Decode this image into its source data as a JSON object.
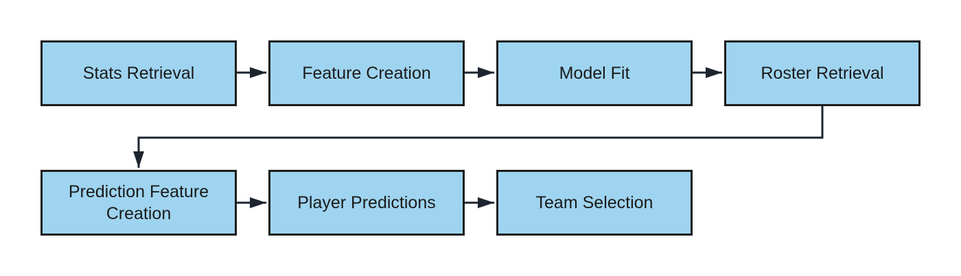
{
  "diagram": {
    "nodes": [
      {
        "id": "stats-retrieval",
        "label": "Stats Retrieval"
      },
      {
        "id": "feature-creation",
        "label": "Feature Creation"
      },
      {
        "id": "model-fit",
        "label": "Model Fit"
      },
      {
        "id": "roster-retrieval",
        "label": "Roster Retrieval"
      },
      {
        "id": "prediction-feature-creation",
        "label": "Prediction Feature Creation"
      },
      {
        "id": "player-predictions",
        "label": "Player Predictions"
      },
      {
        "id": "team-selection",
        "label": "Team Selection"
      }
    ],
    "edges": [
      {
        "from": "stats-retrieval",
        "to": "feature-creation"
      },
      {
        "from": "feature-creation",
        "to": "model-fit"
      },
      {
        "from": "model-fit",
        "to": "roster-retrieval"
      },
      {
        "from": "roster-retrieval",
        "to": "prediction-feature-creation"
      },
      {
        "from": "prediction-feature-creation",
        "to": "player-predictions"
      },
      {
        "from": "player-predictions",
        "to": "team-selection"
      }
    ],
    "colors": {
      "node_fill": "#9fd4f0",
      "node_border": "#1c1c1c",
      "edge": "#1c2430",
      "text": "#1a1a1a"
    }
  }
}
